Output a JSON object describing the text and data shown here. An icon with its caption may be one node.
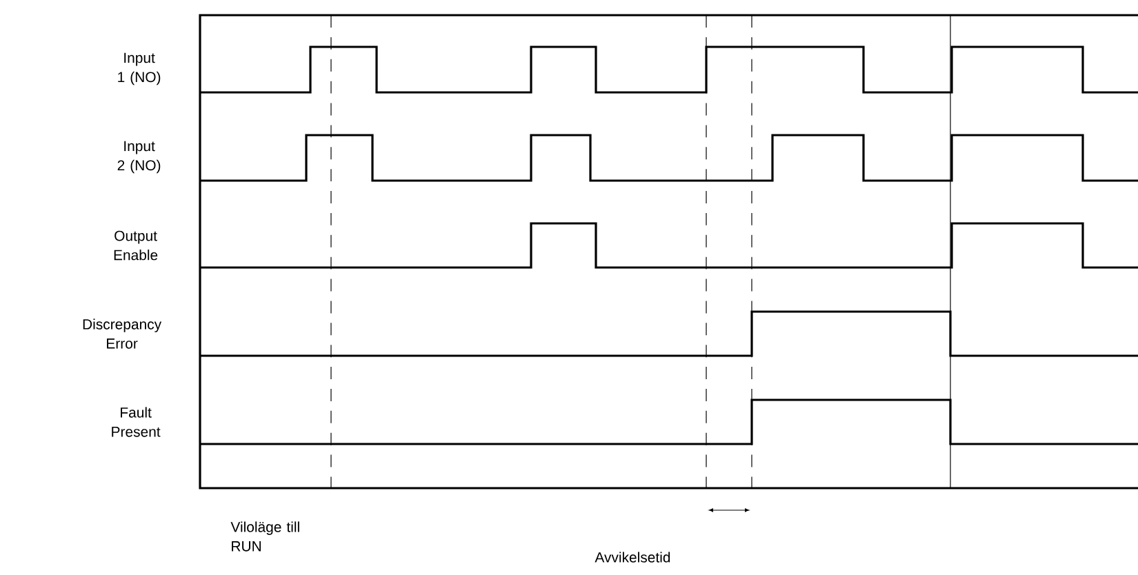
{
  "diagram": {
    "labels": [
      "Input 1 (NO)",
      "Input 2 (NO)",
      "Output Enable",
      "Discrepancy Error",
      "Fault Present",
      "Viloläge till RUN",
      "Avvikelsetid"
    ]
  }
}
